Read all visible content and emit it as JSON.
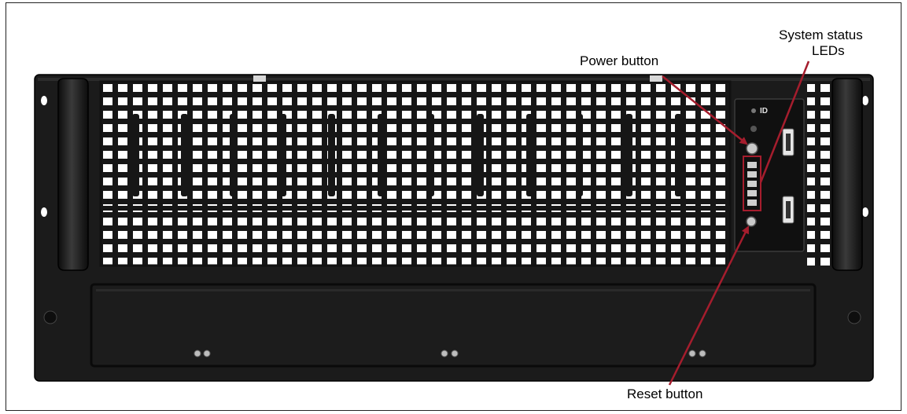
{
  "diagram": {
    "callouts": {
      "power_button": "Power button",
      "status_leds_line1": "System status",
      "status_leds_line2": "LEDs",
      "reset_button": "Reset button"
    },
    "panel_badge": "ID",
    "colors": {
      "chassis": "#1b1b1b",
      "grille_hole": "#ffffff",
      "callout_arrow": "#a51d2d"
    }
  }
}
